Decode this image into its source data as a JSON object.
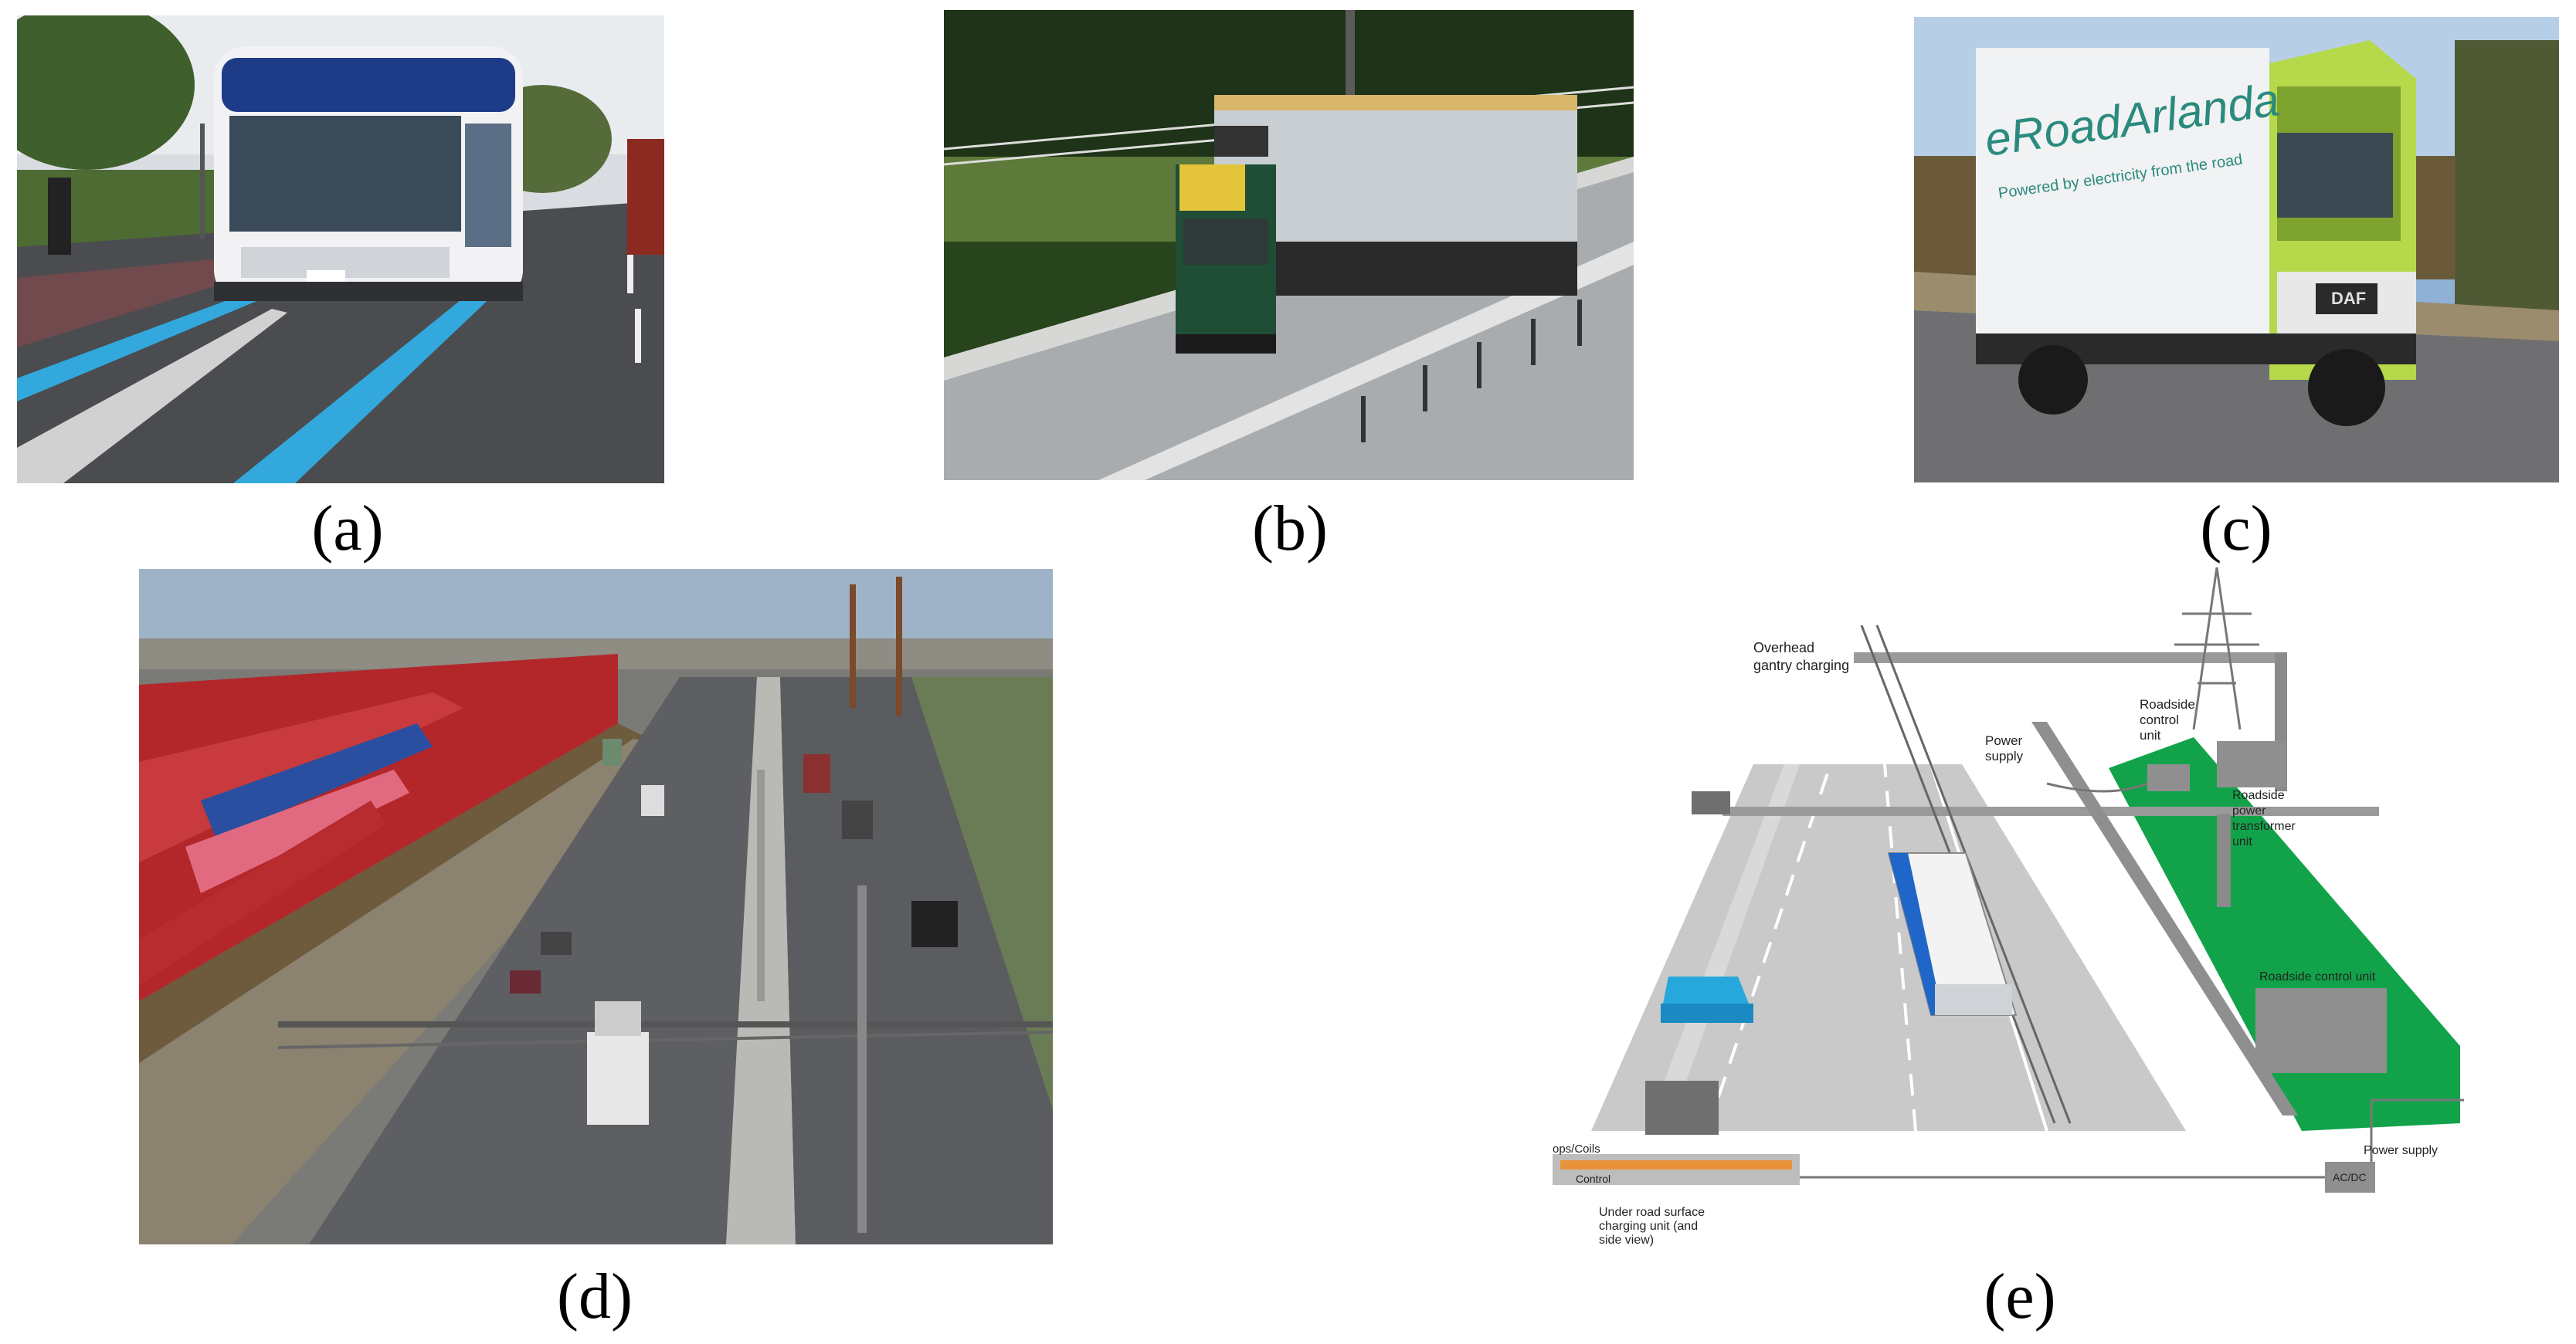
{
  "captions": {
    "a": "(a)",
    "b": "(b)",
    "c": "(c)",
    "d": "(d)",
    "e": "(e)"
  },
  "photo_text": {
    "truck_c_brand": "eRoadArlanda",
    "truck_c_slogan": "Powered by electricity from the road",
    "truck_c_logo": "DAF"
  },
  "diagram": {
    "overhead": "Overhead",
    "gantry": "gantry charging",
    "roadside_control_1": "Roadside",
    "roadside_control_2": "control",
    "roadside_control_3": "unit",
    "power_supply_top_1": "Power",
    "power_supply_top_2": "supply",
    "roadside_power_1": "Roadside",
    "roadside_power_2": "power",
    "roadside_power_3": "transformer",
    "roadside_power_4": "unit",
    "roadside_control_unit": "Roadside control unit",
    "power_supply_bottom": "Power supply",
    "acdc": "AC/DC",
    "coils": "ops/Coils",
    "control": "Control",
    "under_1": "Under road surface",
    "under_2": "charging unit (and",
    "under_3": "side view)"
  },
  "colors": {
    "road_lane": "#2aa7d6",
    "green_area": "#12a34a",
    "diagram_grey": "#9a9a9a"
  }
}
